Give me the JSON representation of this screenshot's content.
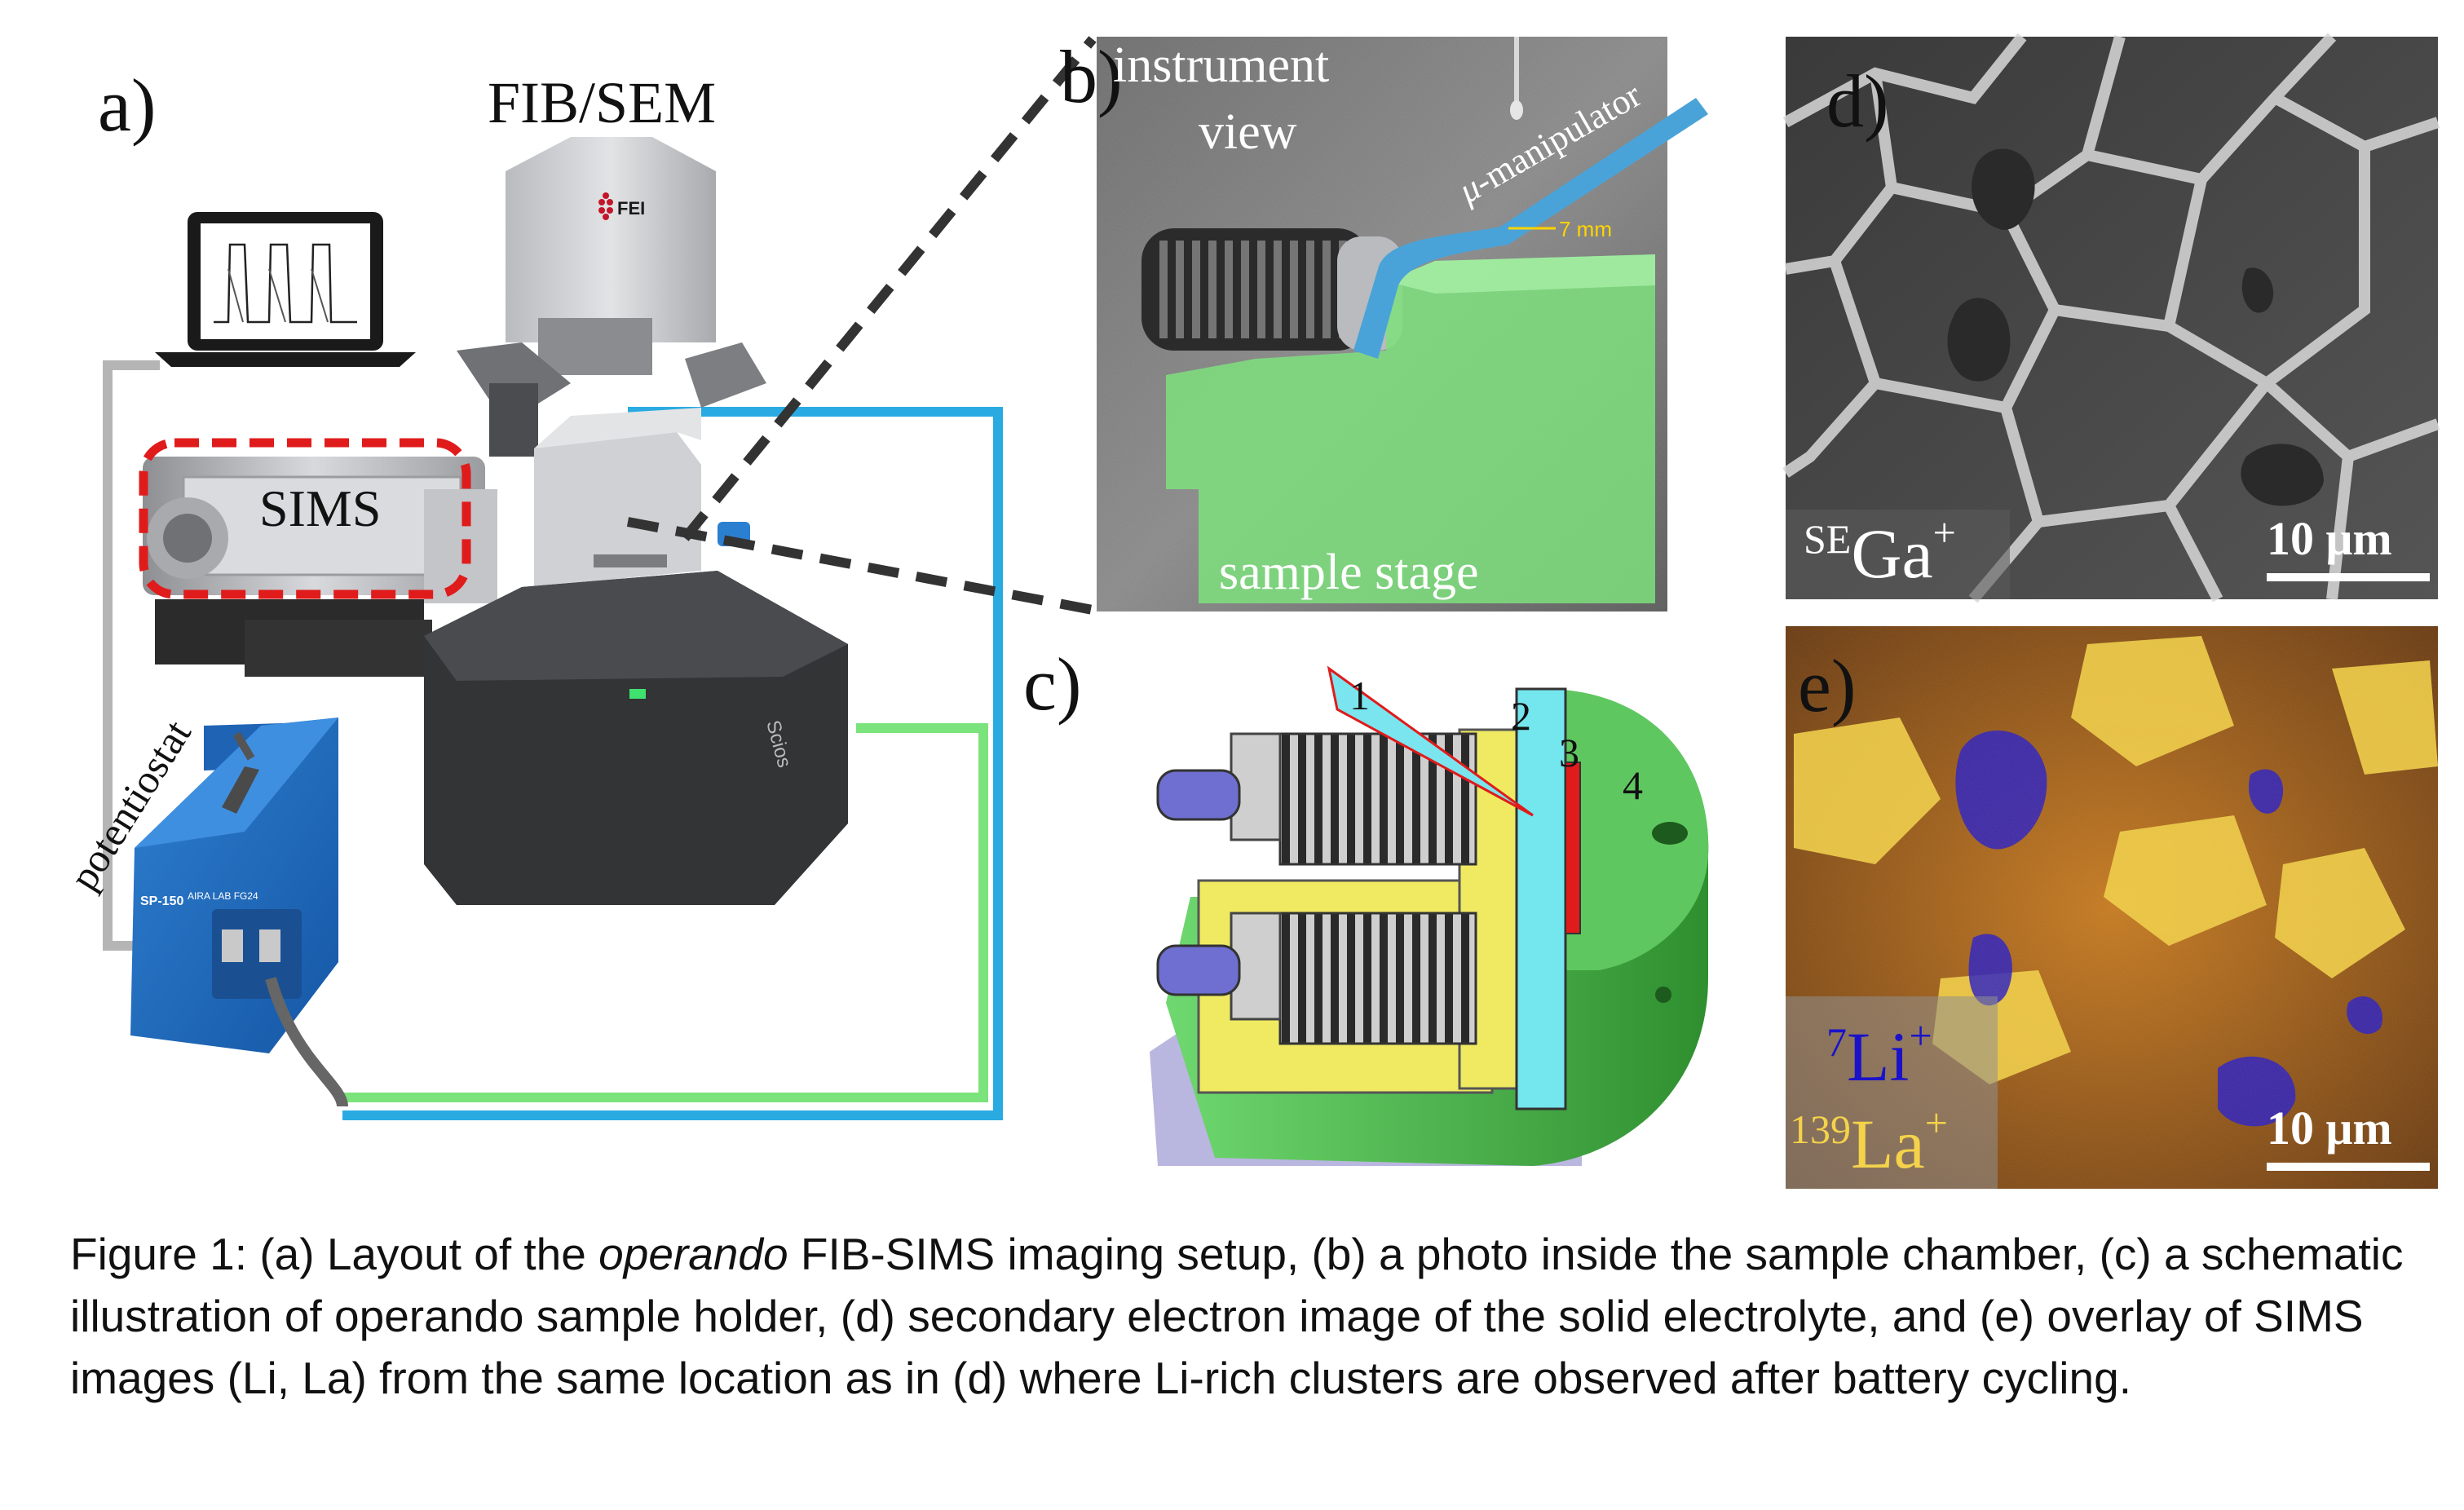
{
  "panels": {
    "a": {
      "label": "a)",
      "title": "FIB/SEM",
      "brand": "FEI",
      "sims_label": "SIMS",
      "potentiostat_label": "potentiostat",
      "chamber_brand": "Scios",
      "potentiostat_model": "SP-150",
      "potentiostat_tag": "AIRA LAB FG24",
      "colors": {
        "cable_blue": "#29abe2",
        "cable_green": "#7be37b",
        "cable_gray": "#b5b5b5",
        "sims_box": "#e01b1b"
      }
    },
    "b": {
      "label": "b)",
      "view_line1": "instrument",
      "view_line2": "view",
      "manipulator_prefix": "μ",
      "manipulator_label": "-manipulator",
      "scale": "7 mm",
      "stage_label": "sample stage",
      "colors": {
        "manipulator": "#4aa3d8",
        "stage": "#7ee07e"
      }
    },
    "c": {
      "label": "c)",
      "parts": [
        "1",
        "2",
        "3",
        "4"
      ]
    },
    "d": {
      "label": "d)",
      "signal_sup": "SE",
      "signal_main": "Ga",
      "signal_charge": "+",
      "scale": "10 μm"
    },
    "e": {
      "label": "e)",
      "li_sup": "7",
      "li_main": "Li",
      "li_charge": "+",
      "la_sup": "139",
      "la_main": "La",
      "la_charge": "+",
      "scale": "10 μm",
      "colors": {
        "li": "#1a12c8",
        "la": "#f4d24a"
      }
    }
  },
  "caption": {
    "part1": "Figure 1: (a) Layout of the ",
    "italic": "operando",
    "part2": " FIB-SIMS imaging setup, (b) a photo inside the sample chamber, (c) a schematic illustration of operando sample holder, (d) secondary electron image of the solid electrolyte, and (e) overlay of SIMS images (Li, La) from the same location as in (d) where Li-rich clusters are observed after battery cycling."
  }
}
